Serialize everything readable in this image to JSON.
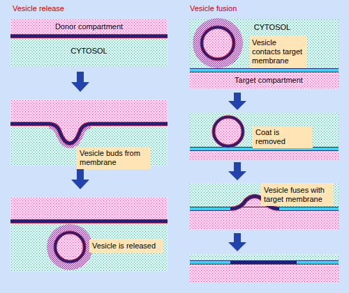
{
  "diagram": {
    "nodes": [
      {
        "text": [
          "Vesicle buds from membrane"
        ]
      },
      {
        "text": [
          "Vesicle is released"
        ]
      },
      {
        "text": [
          "Vesicle contacts target membrane"
        ]
      },
      {
        "text": [
          "Coat is removed"
        ]
      },
      {
        "text": [
          "Vesicle fuses with target membrane"
        ]
      }
    ],
    "labels": [
      "Vesicle release",
      "Vesicle fusion",
      "Donor compartment",
      "CYTOSOL",
      "CYTOSOL",
      "Target compartment"
    ]
  }
}
